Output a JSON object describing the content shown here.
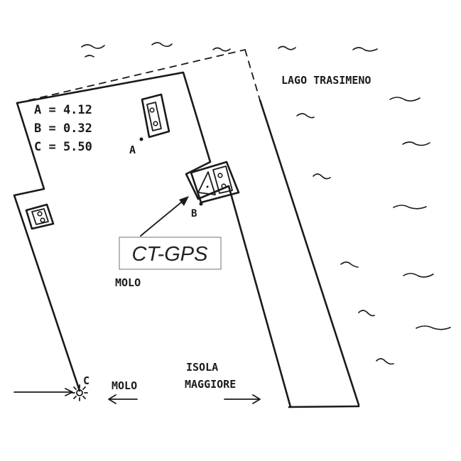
{
  "legend": {
    "line_a": "A = 4.12",
    "line_b": "B = 0.32",
    "line_c": "C = 5.50"
  },
  "points": {
    "a": "A",
    "b": "B",
    "c": "C"
  },
  "labels": {
    "lake": "LAGO TRASIMENO",
    "pier_center": "MOLO",
    "pier_arrow": "MOLO",
    "island_line1": "ISOLA",
    "island_line2": "MAGGIORE"
  },
  "callout": {
    "text": "CT-GPS"
  },
  "icons": {
    "triangle": "triangle-marker-icon",
    "sun": "sun-marker-icon",
    "arrows": "arrow-icon"
  }
}
